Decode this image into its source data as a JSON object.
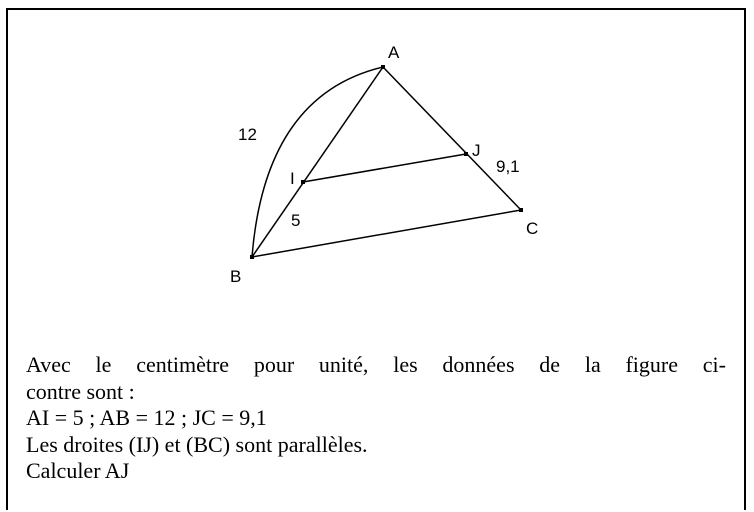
{
  "figure": {
    "points": {
      "A": "A",
      "B": "B",
      "C": "C",
      "I": "I",
      "J": "J"
    },
    "measures": {
      "AB": "12",
      "AI": "5",
      "JC": "9,1"
    },
    "colors": {
      "stroke": "#000000",
      "background": "#ffffff"
    }
  },
  "statement": {
    "line1": "Avec le centimètre pour unité, les données de la figure ci-",
    "line2": "contre sont :",
    "line3": "AI = 5 ; AB = 12 ; JC = 9,1",
    "line4": "Les droites (IJ) et (BC) sont parallèles.",
    "line5": "Calculer AJ"
  }
}
